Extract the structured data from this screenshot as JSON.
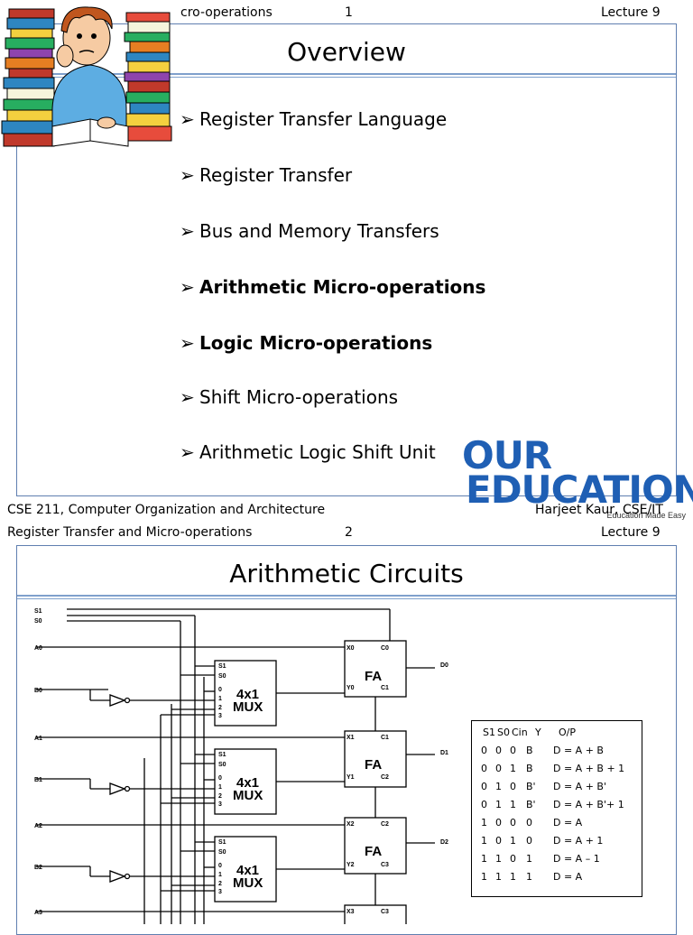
{
  "slide1": {
    "header_left": "cro-operations",
    "header_page": "1",
    "header_right": "Lecture 9",
    "title": "Overview",
    "bullets": [
      {
        "text": "Register Transfer Language",
        "bold": false
      },
      {
        "text": "Register Transfer",
        "bold": false
      },
      {
        "text": "Bus and Memory Transfers",
        "bold": false
      },
      {
        "text": "Arithmetic Micro-operations",
        "bold": true
      },
      {
        "text": "Logic Micro-operations",
        "bold": true
      },
      {
        "text": "Shift Micro-operations",
        "bold": false
      },
      {
        "text": "Arithmetic Logic Shift Unit",
        "bold": false
      }
    ],
    "footer_left": "CSE 211, Computer Organization and Architecture",
    "footer_right": "Harjeet Kaur, CSE/IT"
  },
  "logo": {
    "line1": "OUR",
    "line2": "EDUCATION",
    "tagline": "Education Made Easy",
    "color": "#1f5fb4"
  },
  "slide2": {
    "header_left": "Register Transfer and Micro-operations",
    "header_page": "2",
    "header_right": "Lecture 9",
    "title": "Arithmetic Circuits",
    "circuit": {
      "inputs": [
        "S1",
        "S0",
        "A0",
        "B0",
        "A1",
        "B1",
        "A2",
        "B2",
        "A3"
      ],
      "mux_label_1": "4x1",
      "mux_label_2": "MUX",
      "mux_pins": [
        "S1",
        "S0",
        "0",
        "1",
        "2",
        "3"
      ],
      "fa_label": "FA",
      "adders": [
        {
          "x": "X0",
          "y": "Y0",
          "cin": "C0",
          "cout": "C1",
          "out": "D0"
        },
        {
          "x": "X1",
          "y": "Y1",
          "cin": "C1",
          "cout": "C2",
          "out": "D1"
        },
        {
          "x": "X2",
          "y": "Y2",
          "cin": "C2",
          "cout": "C3",
          "out": "D2"
        },
        {
          "x": "X3",
          "y": "",
          "cin": "C3",
          "cout": "",
          "out": ""
        }
      ]
    },
    "table": {
      "headers": [
        "S1",
        "S0",
        "Cin",
        "Y",
        "O/P"
      ],
      "rows": [
        [
          "0",
          "0",
          "0",
          "B",
          "D = A + B"
        ],
        [
          "0",
          "0",
          "1",
          "B",
          "D = A + B + 1"
        ],
        [
          "0",
          "1",
          "0",
          "B'",
          "D = A + B'"
        ],
        [
          "0",
          "1",
          "1",
          "B'",
          "D = A + B'+ 1"
        ],
        [
          "1",
          "0",
          "0",
          "0",
          "D = A"
        ],
        [
          "1",
          "0",
          "1",
          "0",
          "D = A + 1"
        ],
        [
          "1",
          "1",
          "0",
          "1",
          "D = A – 1"
        ],
        [
          "1",
          "1",
          "1",
          "1",
          "D = A"
        ]
      ]
    }
  }
}
